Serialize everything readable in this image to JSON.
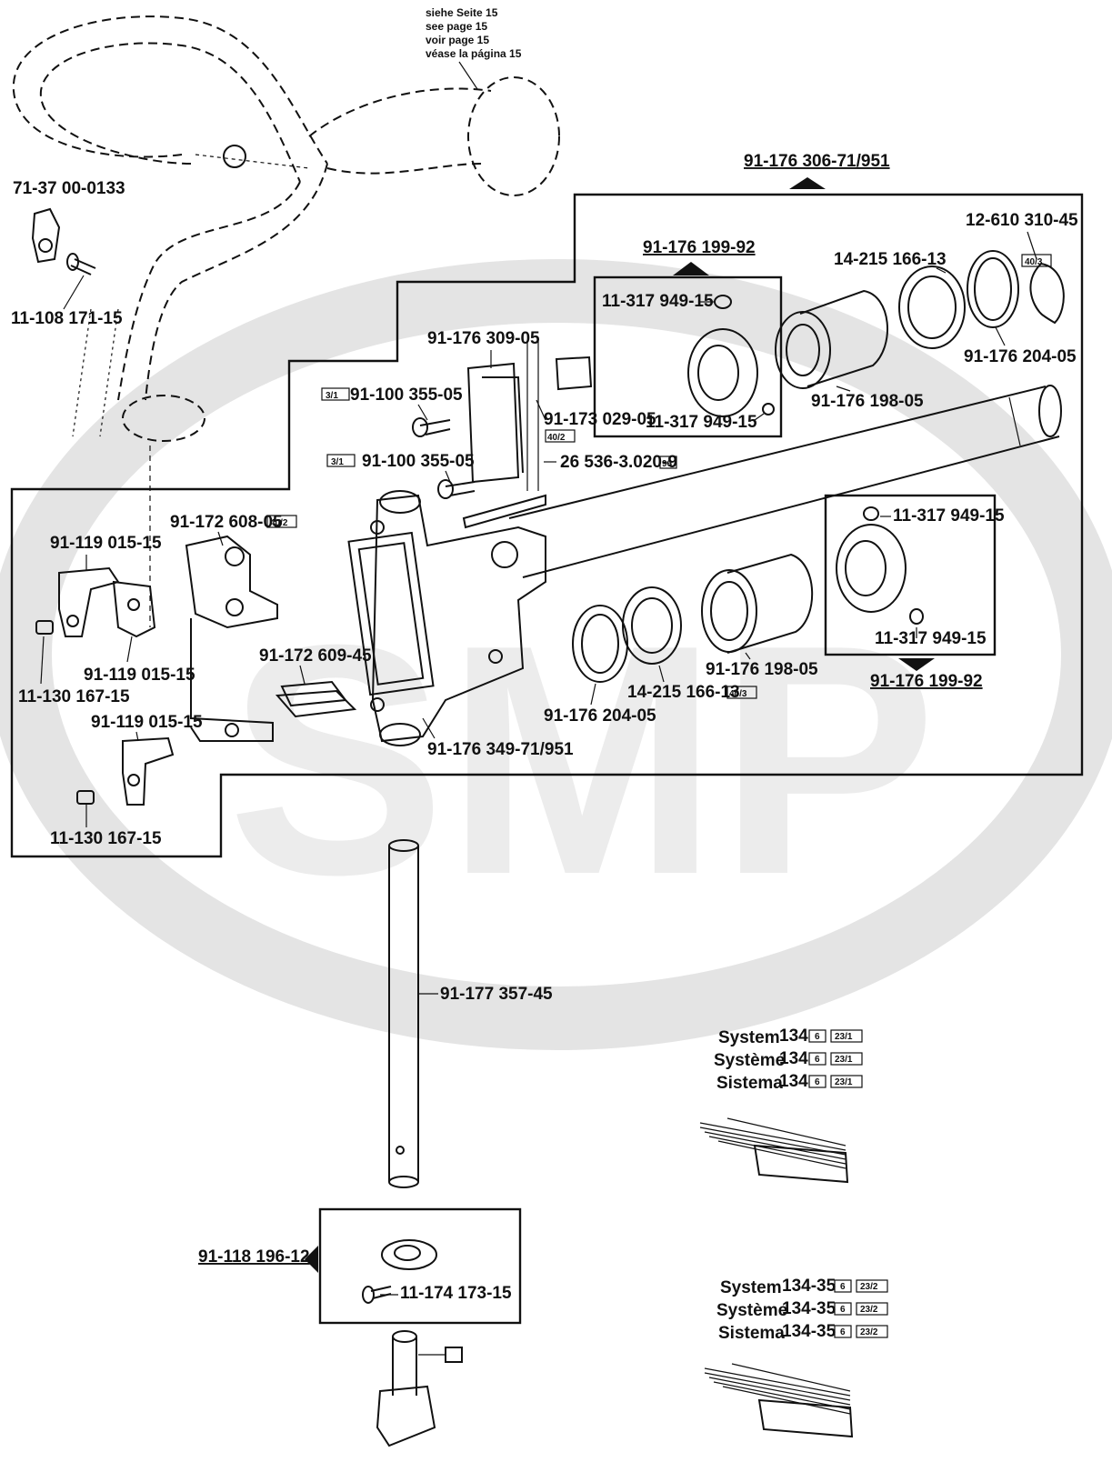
{
  "note_lines": [
    "siehe Seite 15",
    "see page 15",
    "voir page 15",
    "véase la página 15"
  ],
  "watermark": "SMP",
  "assemblies": {
    "main": "91-176 306-71/951",
    "collar_top": "91-176 199-92",
    "collar_right": "91-176 199-92",
    "clamp": "91-118 196-12"
  },
  "parts": {
    "clip": "71-37 00-0133",
    "clip_screw": "11-108 171-15",
    "retaining_ring": "12-610 310-45",
    "bearing_top": "14-215 166-13",
    "bearing_top_ref": "40/3",
    "washer_top": "91-176 204-05",
    "bushing_top": "91-176 198-05",
    "setscrew_top_a": "11-317 949-15",
    "setscrew_top_b": "11-317 949-15",
    "lever": "91-176 309-05",
    "wick": "91-173 029-05",
    "wick_ref": "40/2",
    "tube": "26 536-3.020-9",
    "tube_ref": "96",
    "screw_a": "91-100 355-05",
    "screw_a_ref": "3/1",
    "screw_b": "91-100 355-05",
    "screw_b_ref": "3/1",
    "bracket": "91-172 608-05",
    "bracket_ref": "40/2",
    "felt": "91-172 609-45",
    "angle_1": "91-119 015-15",
    "angle_2": "91-119 015-15",
    "angle_3": "91-119 015-15",
    "screw_c": "11-130 167-15",
    "screw_d": "11-130 167-15",
    "housing": "91-176 349-71/951",
    "washer_bottom": "91-176 204-05",
    "bearing_bottom": "14-215 166-13",
    "bearing_bottom_ref": "40/3",
    "bushing_bottom": "91-176 198-05",
    "setscrew_right_a": "11-317 949-15",
    "setscrew_right_b": "11-317 949-15",
    "needle_bar": "91-177 357-45",
    "clamp_screw": "11-174 173-15"
  },
  "needle_systems_1": [
    {
      "word": "System",
      "value": "134",
      "ref1": "6",
      "ref2": "23/1"
    },
    {
      "word": "Système",
      "value": "134",
      "ref1": "6",
      "ref2": "23/1"
    },
    {
      "word": "Sistema",
      "value": "134",
      "ref1": "6",
      "ref2": "23/1"
    }
  ],
  "needle_systems_2": [
    {
      "word": "System",
      "value": "134-35",
      "ref1": "6",
      "ref2": "23/2"
    },
    {
      "word": "Système",
      "value": "134-35",
      "ref1": "6",
      "ref2": "23/2"
    },
    {
      "word": "Sistema",
      "value": "134-35",
      "ref1": "6",
      "ref2": "23/2"
    }
  ]
}
